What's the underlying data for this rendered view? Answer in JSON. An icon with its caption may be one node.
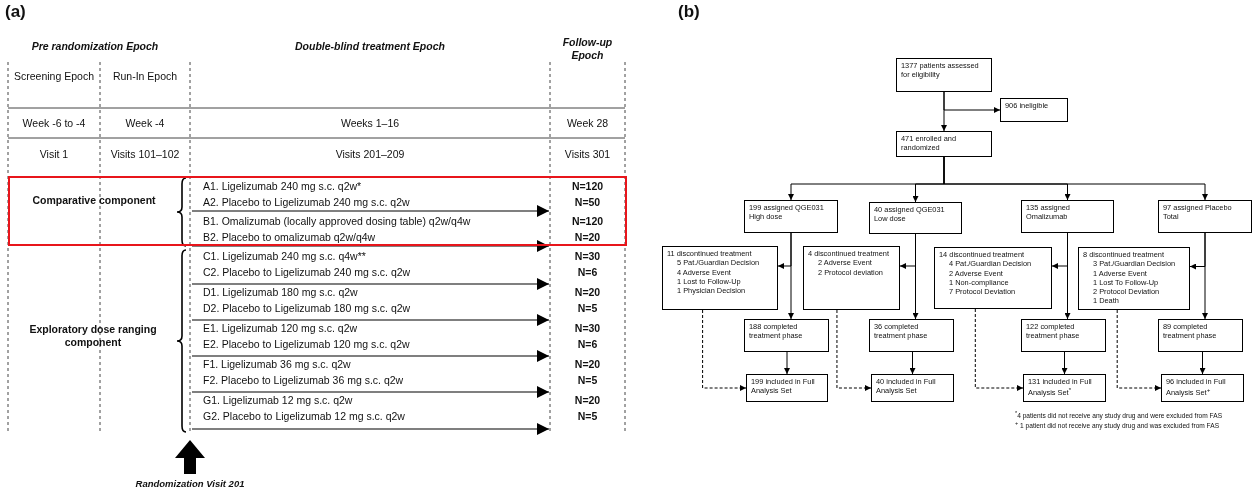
{
  "diagram": {
    "nodes": [
      {
        "text": [
          "1377 patients assessed for eligibility"
        ]
      },
      {
        "text": [
          "906 ineligible"
        ]
      },
      {
        "text": [
          "471 enrolled and randomized"
        ]
      },
      {
        "text": [
          "199 assigned QGE031 High dose"
        ]
      },
      {
        "text": [
          "40 assigned QGE031 Low dose"
        ]
      },
      {
        "text": [
          "135 assigned Omalizumab"
        ]
      },
      {
        "text": [
          "97 assigned Placebo Total"
        ]
      },
      {
        "text": [
          "11 discontinued treatment",
          "5 Pat./Guardian Decision",
          "4 Adverse Event",
          "1 Lost to Follow-Up",
          "1 Physician Decision"
        ]
      },
      {
        "text": [
          "4 discontinued treatment",
          "2 Adverse Event",
          "2 Protocol deviation"
        ]
      },
      {
        "text": [
          "14 discontinued treatment",
          "4 Pat./Guardian Decision",
          "2 Adverse Event",
          "1 Non-compliance",
          "7 Protocol Deviation"
        ]
      },
      {
        "text": [
          "8 discontinued treatment",
          "3 Pat./Guardian Decision",
          "1 Adverse Event",
          "1 Lost To Follow-Up",
          "2 Protocol Deviation",
          "1 Death"
        ]
      },
      {
        "text": [
          "188 completed treatment phase"
        ]
      },
      {
        "text": [
          "36 completed treatment phase"
        ]
      },
      {
        "text": [
          "122 completed treatment phase"
        ]
      },
      {
        "text": [
          "89 completed treatment phase"
        ]
      },
      {
        "text": [
          "199 included in Full Analysis Set"
        ]
      },
      {
        "text": [
          "40 included in Full Analysis Set"
        ]
      },
      {
        "text": [
          "131 included in Full Analysis Set$^{*}$"
        ]
      },
      {
        "text": [
          "96 included in Full Analysis Set$^{+}$"
        ]
      },
      {
        "text": [
          "Comparative component"
        ]
      }
    ],
    "edges": [
      {
        "from": 0,
        "to": 2,
        "arrow": "to"
      },
      {
        "from": 0,
        "to": 1,
        "arrow": "to"
      },
      {
        "from": 2,
        "to": 3,
        "arrow": "to"
      },
      {
        "from": 2,
        "to": 4,
        "arrow": "to"
      },
      {
        "from": 2,
        "to": 5,
        "arrow": "to"
      },
      {
        "from": 2,
        "to": 6,
        "arrow": "to"
      },
      {
        "from": 3,
        "to": 7,
        "arrow": "to"
      },
      {
        "from": 3,
        "to": 11,
        "arrow": "to"
      },
      {
        "from": 4,
        "to": 8,
        "arrow": "to"
      },
      {
        "from": 4,
        "to": 12,
        "arrow": "to"
      },
      {
        "from": 5,
        "to": 9,
        "arrow": "to"
      },
      {
        "from": 5,
        "to": 13,
        "arrow": "to"
      },
      {
        "from": 6,
        "to": 10,
        "arrow": "to"
      },
      {
        "from": 6,
        "to": 14,
        "arrow": "to"
      },
      {
        "from": 7,
        "to": 15,
        "arrow": "to",
        "style": "dashed"
      },
      {
        "from": 11,
        "to": 15,
        "arrow": "to"
      },
      {
        "from": 8,
        "to": 16,
        "arrow": "to",
        "style": "dashed"
      },
      {
        "from": 12,
        "to": 16,
        "arrow": "to"
      },
      {
        "from": 9,
        "to": 17,
        "arrow": "to",
        "style": "dashed"
      },
      {
        "from": 13,
        "to": 17,
        "arrow": "to"
      },
      {
        "from": 10,
        "to": 18,
        "arrow": "to",
        "style": "dashed"
      },
      {
        "from": 14,
        "to": 18,
        "arrow": "to"
      }
    ],
    "labels": [
      "(a)",
      "Pre randomization Epoch",
      "Double-blind treatment Epoch",
      "Follow-up Epoch",
      "Screening Epoch",
      "Run-In Epoch",
      "Week -6 to -4",
      "Week -4",
      "Weeks 1–16",
      "Week 28",
      "Visit 1",
      "Visits 101–102",
      "Visits 201–209",
      "Visits 301",
      "A1. Ligelizumab 240 mg s.c. q2w*",
      "N=120",
      "A2. Placebo to Ligelizumab 240 mg s.c. q2w",
      "N=50",
      "B1. Omalizumab (locally approved dosing table) q2w/q4w",
      "N=120",
      "B2. Placebo to omalizumab q2w/q4w",
      "N=20",
      "C1. Ligelizumab 240 mg s.c. q4w**",
      "N=30",
      "C2. Placebo to Ligelizumab 240 mg s.c. q2w",
      "N=6",
      "D1. Ligelizumab 180 mg s.c. q2w",
      "N=20",
      "D2. Placebo to Ligelizumab 180 mg s.c. q2w",
      "N=5",
      "E1. Ligelizumab 120 mg s.c. q2w",
      "N=30",
      "E2. Placebo to Ligelizumab 120 mg s.c. q2w",
      "N=6",
      "F1. Ligelizumab 36 mg s.c. q2w",
      "N=20",
      "F2. Placebo to Ligelizumab 36 mg s.c. q2w",
      "N=5",
      "G1. Ligelizumab 12 mg s.c. q2w",
      "N=20",
      "G2. Placebo to Ligelizumab 12 mg s.c. q2w",
      "N=5",
      "Exploratory dose ranging component",
      "Randomization Visit 201",
      "(b)",
      "$^{*}$4 patients did not receive any study drug and were excluded from FAS",
      "$^{+}$ 1 patient did not receive any study drug and was excluded from FAS"
    ]
  }
}
